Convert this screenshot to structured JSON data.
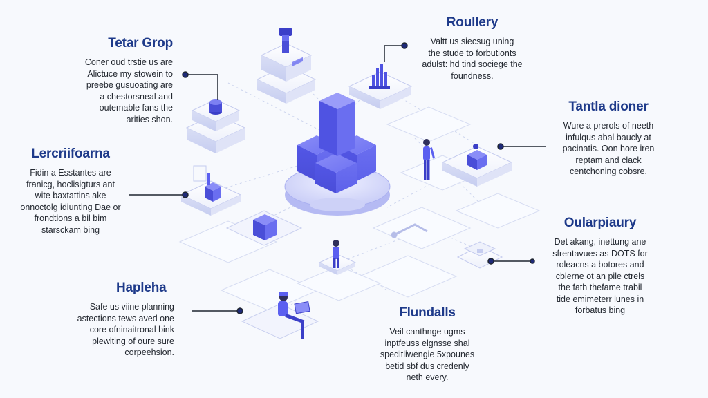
{
  "accent": "#5b5ff0",
  "title_color": "#1e3a8a",
  "callouts": {
    "top_left": {
      "title": "Tetar Grop",
      "body": "Coner oud trstie us are\nAlictuce my stowein to\npreebe gusuoating are\na chestorsneal and\noutemable fans the\narities shon."
    },
    "top_center": {
      "title": "Roullery",
      "body": "Valtt us siecsug uning\nthe stude to forbutionts\nadulst: hd tind sociege the\nfoundness."
    },
    "right_top": {
      "title": "Tantla dioner",
      "body": "Wure a prerols of neeth\ninfulqus abal baucly at\npacinatis. Oon hore iren\nreptam and clack\ncentchoning cobsre."
    },
    "left_mid": {
      "title": "Lercriifoarna",
      "body": "Fidin a Esstantes are\nfranicg, hoclisigturs ant\nwite baxtattins ake\nonnoctolg idiunting Dae or\nfrondtions a bil bim\nstarsckam bing"
    },
    "right_bottom": {
      "title": "Oularpiaury",
      "body": "Det akang, inettung ane\nsfrentavues as DOTS for\nroleacns a botores and\ncblerne ot an pile ctrels\nthe fath thefame trabil\ntide emimeterr lunes in\nforbatus bing"
    },
    "left_bottom": {
      "title": "Hapleha",
      "body": "Safe us viine planning\nastections tews aved one\ncore ofninaitronal bink\nplewiting of oure sure\ncorpeehsion."
    },
    "bottom_center": {
      "title": "Flundalls",
      "body": "Veil canthnge ugms\ninptfeuss elgnsse shal\nspeditliwengie 5xpounes\nbetid sbf dus credenly\nneth every."
    }
  }
}
